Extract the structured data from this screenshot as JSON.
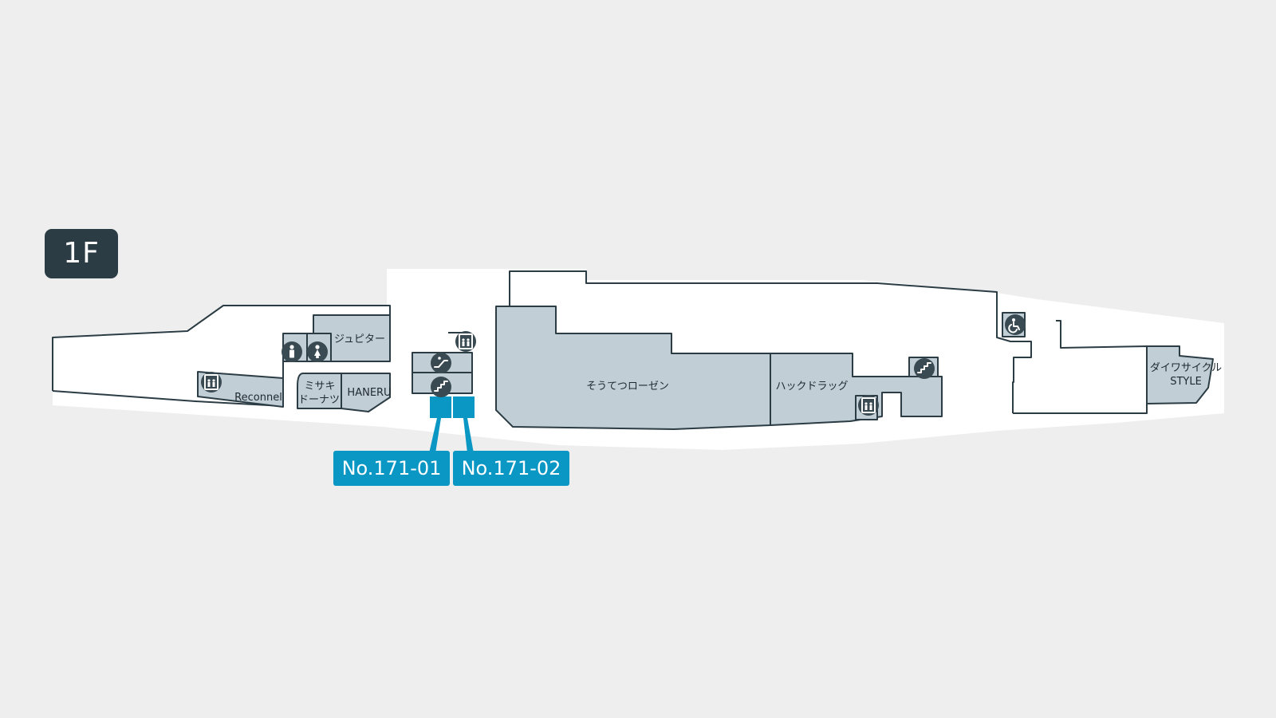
{
  "floor": {
    "label": "1F"
  },
  "shops": {
    "jupiter": "ジュピター",
    "misaki_line1": "ミサキ",
    "misaki_line2": "ドーナツ",
    "haneru": "HANERU",
    "reconnel": "Reconnel",
    "sotetsu_rosen": "そうてつローゼン",
    "hac_drug": "ハックドラッグ",
    "daiwa_line1": "ダイワサイクル",
    "daiwa_line2": "STYLE"
  },
  "spaces": {
    "space_1": "No.171-01",
    "space_2": "No.171-02"
  },
  "icons": [
    "elevator-icon",
    "restroom-men-icon",
    "restroom-women-icon",
    "escalator-icon",
    "stairs-icon",
    "accessible-parking-icon"
  ],
  "colors": {
    "background": "#eeeeee",
    "floor": "#ffffff",
    "shop": "#c1ced5",
    "wall": "#2b3c44",
    "highlight": "#0a97c4",
    "badge": "#2b3c44"
  }
}
